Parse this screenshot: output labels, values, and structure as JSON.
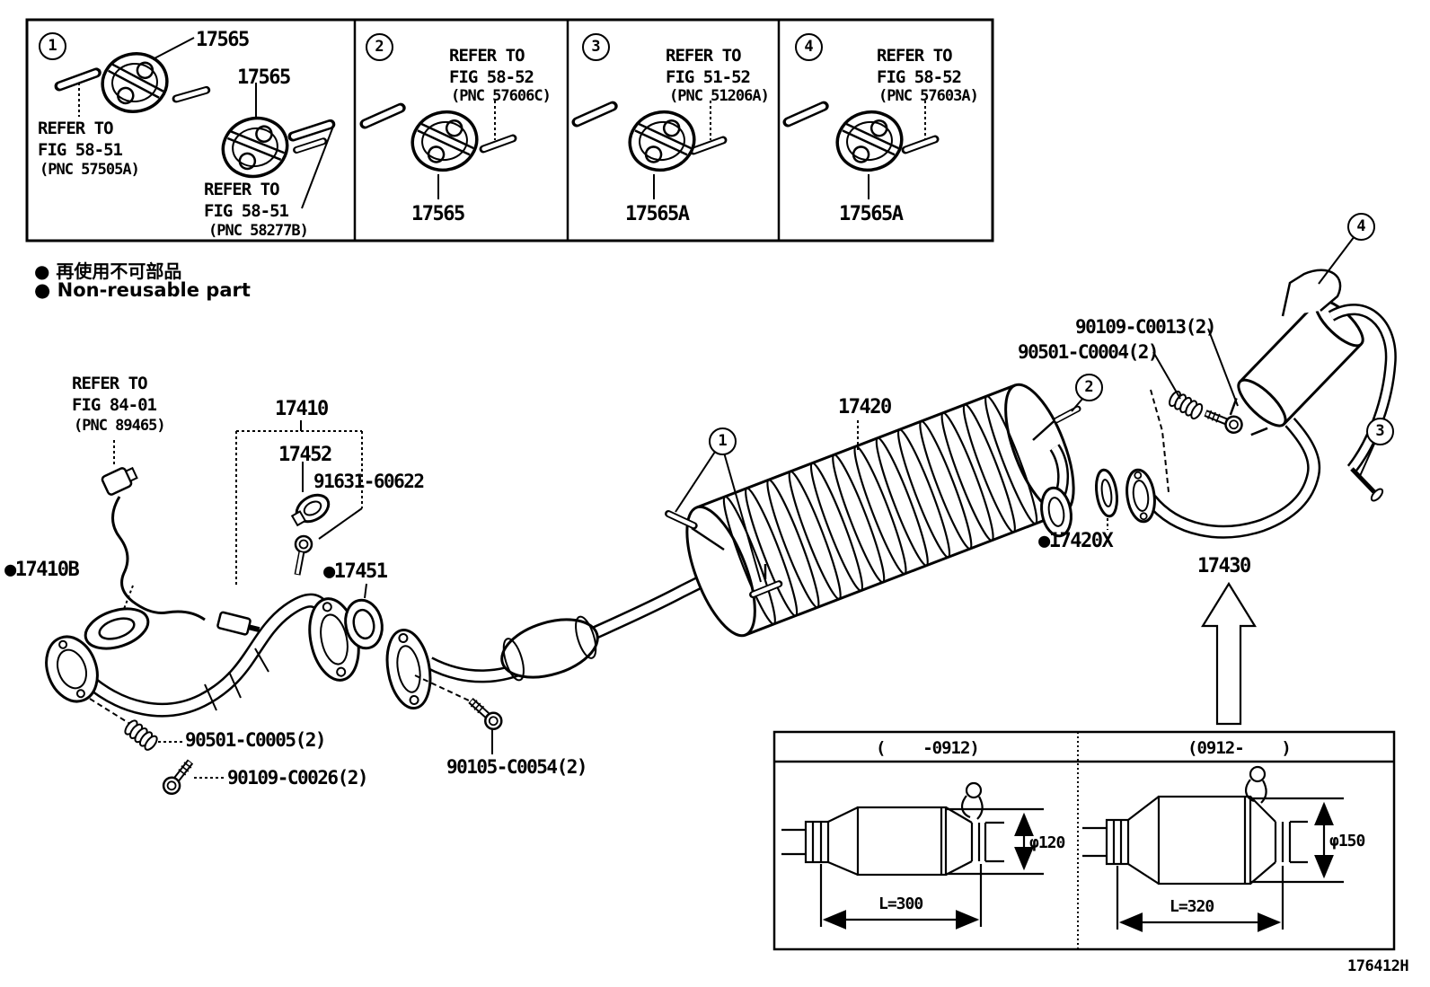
{
  "panel": {
    "cells": [
      {
        "num": "1"
      },
      {
        "num": "2"
      },
      {
        "num": "3"
      },
      {
        "num": "4"
      }
    ],
    "cell1": {
      "part_a": "17565",
      "part_b": "17565",
      "ref_a": [
        "REFER TO",
        "FIG 58-51",
        "(PNC 57505A)"
      ],
      "ref_b": [
        "REFER TO",
        "FIG 58-51",
        "(PNC 58277B)"
      ]
    },
    "cell2": {
      "part": "17565",
      "ref": [
        "REFER TO",
        "FIG 58-52",
        "(PNC 57606C)"
      ]
    },
    "cell3": {
      "part": "17565A",
      "ref": [
        "REFER TO",
        "FIG 51-52",
        "(PNC 51206A)"
      ]
    },
    "cell4": {
      "part": "17565A",
      "ref": [
        "REFER TO",
        "FIG 58-52",
        "(PNC 57603A)"
      ]
    }
  },
  "legend": {
    "lines": [
      "● 再使用不可部品",
      "● Non-reusable part"
    ]
  },
  "diagram": {
    "callouts": {
      "c1": "1",
      "c2": "2",
      "c3": "3",
      "c4": "4"
    },
    "o2_ref": [
      "REFER TO",
      "FIG 84-01",
      "(PNC 89465)"
    ],
    "labels": {
      "p17410": "17410",
      "p17452": "17452",
      "p91631": "91631-60622",
      "p17410B": "●17410B",
      "p17451": "●17451",
      "p17420": "17420",
      "p17420X": "●17420X",
      "p17430": "17430",
      "p90109C0013": "90109-C0013(2)",
      "p90501C0004": "90501-C0004(2)",
      "p90501C0005": "90501-C0005(2)",
      "p90109C0026": "90109-C0026(2)",
      "p90105C0054": "90105-C0054(2)"
    }
  },
  "table": {
    "columns": [
      {
        "header": "(    -0912)",
        "diameter": "φ120",
        "length": "L=300"
      },
      {
        "header": "(0912-    )",
        "diameter": "φ150",
        "length": "L=320"
      }
    ]
  },
  "footer": {
    "figure_code": "176412H"
  }
}
